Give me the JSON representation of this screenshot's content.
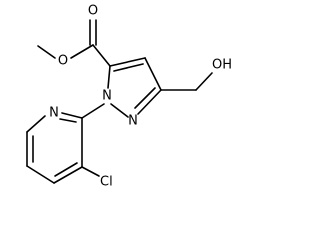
{
  "molecule": {
    "atoms": {
      "carbonyl_oxygen": "O",
      "ester_oxygen": "O",
      "pyrazole_n1": "N",
      "pyrazole_n2": "N",
      "hydroxyl": "OH",
      "pyridine_n": "N",
      "chlorine": "Cl"
    },
    "colors": {
      "bond": "#000000",
      "text": "#000000",
      "background": "#ffffff"
    }
  }
}
